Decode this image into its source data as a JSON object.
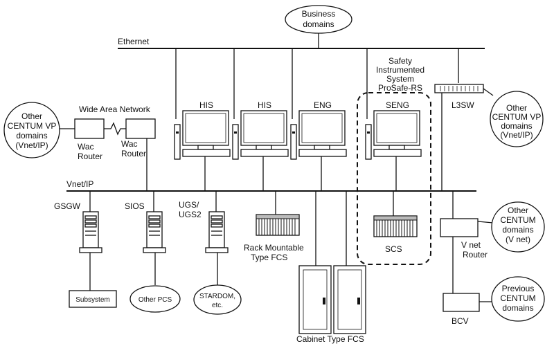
{
  "labels": {
    "business": [
      "Business",
      "domains"
    ],
    "ethernet": "Ethernet",
    "safety": [
      "Safety",
      "Instrumented",
      "System",
      "ProSafe-RS"
    ],
    "l3sw": "L3SW",
    "wan": "Wide Area Network",
    "other_vp_left": [
      "Other",
      "CENTUM VP",
      "domains",
      "(Vnet/IP)"
    ],
    "other_vp_right": [
      "Other",
      "CENTUM VP",
      "domains",
      "(Vnet/IP)"
    ],
    "wac_router_left": [
      "Wac",
      "Router"
    ],
    "wac_router_right": [
      "Wac",
      "Router"
    ],
    "his1": "HIS",
    "his2": "HIS",
    "eng": "ENG",
    "seng": "SENG",
    "vnetip": "Vnet/IP",
    "gsgw": "GSGW",
    "sios": "SIOS",
    "ugs": [
      "UGS/",
      "UGS2"
    ],
    "rack_fcs": [
      "Rack Mountable",
      "Type FCS"
    ],
    "scs": "SCS",
    "subsystem": "Subsystem",
    "other_pcs": "Other PCS",
    "stardom": [
      "STARDOM,",
      "etc."
    ],
    "cabinet_fcs": "Cabinet Type FCS",
    "vnet_router": [
      "V net",
      "Router"
    ],
    "other_centum": [
      "Other",
      "CENTUM",
      "domains",
      "(V net)"
    ],
    "prev_centum": [
      "Previous",
      "CENTUM",
      "domains"
    ],
    "bcv": "BCV"
  }
}
